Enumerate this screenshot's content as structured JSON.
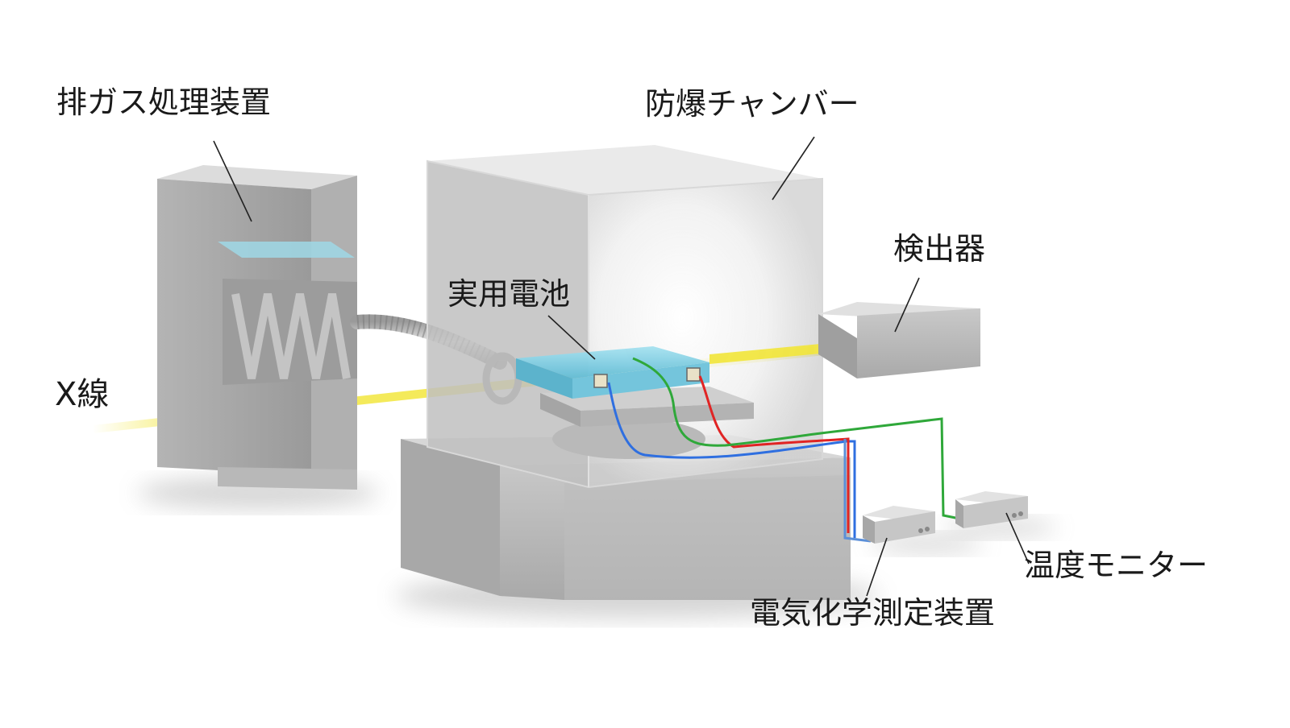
{
  "labels": {
    "exhaust_gas_unit": "排ガス処理装置",
    "explosion_proof_chamber": "防爆チャンバー",
    "detector": "検出器",
    "practical_battery": "実用電池",
    "xray": "X線",
    "temperature_monitor": "温度モニター",
    "electrochemical_instrument": "電気化学測定装置"
  },
  "colors": {
    "xray_beam": "#f2e63a",
    "wire_red": "#e02424",
    "wire_blue": "#2f6fe0",
    "wire_green": "#2fa83a",
    "battery": "#7fd0e6",
    "metal_gray": "#b8b8b8"
  }
}
